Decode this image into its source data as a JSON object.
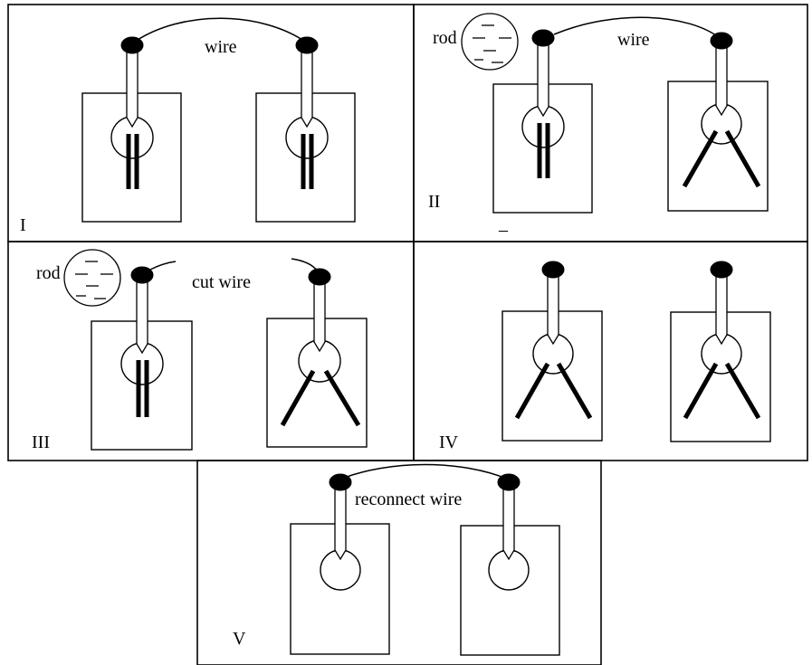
{
  "panels": [
    {
      "id": "I",
      "roman": "I",
      "caption": "wire",
      "rod_label": "",
      "extra_mark": ""
    },
    {
      "id": "II",
      "roman": "II",
      "caption": "wire",
      "rod_label": "rod",
      "extra_mark": "–"
    },
    {
      "id": "III",
      "roman": "III",
      "caption": "cut wire",
      "rod_label": "rod",
      "extra_mark": ""
    },
    {
      "id": "IV",
      "roman": "IV",
      "caption": "",
      "rod_label": "",
      "extra_mark": ""
    },
    {
      "id": "V",
      "roman": "V",
      "caption": "reconnect wire",
      "rod_label": "",
      "extra_mark": ""
    }
  ],
  "rod_charge_sign": "–",
  "colors": {
    "ink": "#000000",
    "background": "#ffffff"
  }
}
